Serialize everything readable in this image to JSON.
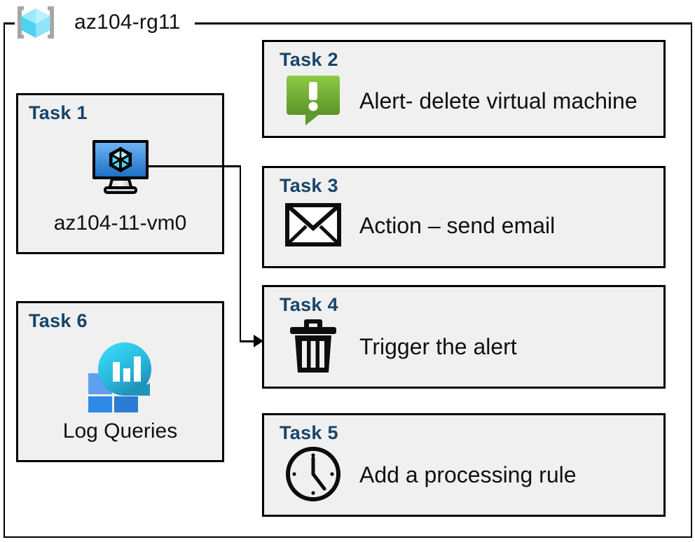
{
  "diagram": {
    "resource_group": {
      "name": "az104-rg11",
      "icon": "resource-group-cube-icon"
    },
    "colors": {
      "task_label": "#17456b",
      "card_fill": "#f0f0f0",
      "card_border": "#000000",
      "alert_green_light": "#86c440",
      "alert_green_dark": "#5c9a28",
      "vm_blue_light": "#5ea6ef",
      "vm_blue_dark": "#1f72c7",
      "log_cyan": "#32d4f5",
      "log_teal": "#198ab3",
      "log_blue_light": "#5ea0ef",
      "log_blue_mid": "#2e8ae5",
      "log_blue_dark": "#2b7cd3",
      "rg_cube_cyan": "#5ce0f7",
      "rg_bracket_gray": "#a6a6a6"
    },
    "left_column": [
      {
        "id": "task-1",
        "title": "Task 1",
        "icon": "virtual-machine-icon",
        "caption": "az104-11-vm0"
      },
      {
        "id": "task-6",
        "title": "Task 6",
        "icon": "log-analytics-icon",
        "caption": "Log Queries"
      }
    ],
    "right_column": [
      {
        "id": "task-2",
        "title": "Task 2",
        "icon": "alert-exclamation-icon",
        "label": "Alert- delete virtual machine"
      },
      {
        "id": "task-3",
        "title": "Task 3",
        "icon": "envelope-email-icon",
        "label": "Action – send email"
      },
      {
        "id": "task-4",
        "title": "Task 4",
        "icon": "trash-delete-icon",
        "label": "Trigger the alert"
      },
      {
        "id": "task-5",
        "title": "Task 5",
        "icon": "clock-icon",
        "label": "Add a processing rule"
      }
    ],
    "connector": {
      "from": "task-1-vm-icon",
      "to": "task-4-card",
      "arrow": "arrow-head-right"
    }
  }
}
